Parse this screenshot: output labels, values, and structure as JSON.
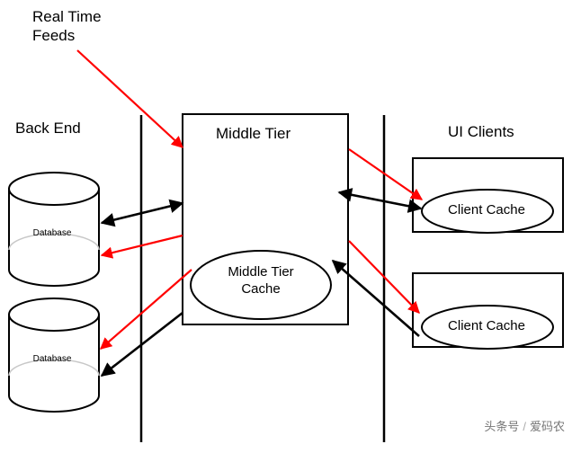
{
  "diagram": {
    "title_real_time_feeds": "Real Time\nFeeds",
    "sections": {
      "back_end": "Back End",
      "middle_tier": "Middle Tier",
      "ui_clients": "UI Clients"
    },
    "nodes": {
      "database_1": "Database",
      "database_2": "Database",
      "middle_tier_cache": "Middle Tier\nCache",
      "client_cache_1": "Client Cache",
      "client_cache_2": "Client Cache"
    },
    "colors": {
      "stroke_black": "#000000",
      "stroke_red": "#ff0000",
      "fill_white": "#ffffff",
      "background": "#ffffff"
    }
  },
  "watermark": {
    "left": "头条号",
    "separator": "/",
    "right": "爱码农"
  }
}
